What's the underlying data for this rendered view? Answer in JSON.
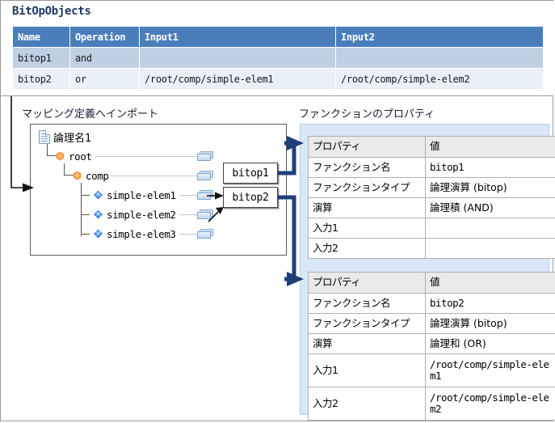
{
  "bitop_card": {
    "title": "BitOpObjects",
    "columns": [
      "Name",
      "Operation",
      "Input1",
      "Input2"
    ],
    "rows": [
      {
        "name": "bitop1",
        "operation": "and",
        "input1": "",
        "input2": ""
      },
      {
        "name": "bitop2",
        "operation": "or",
        "input1": "/root/comp/simple-elem1",
        "input2": "/root/comp/simple-elem2"
      }
    ]
  },
  "captions": {
    "import": "マッピング定義へインポート",
    "properties": "ファンクションのプロパティ"
  },
  "tree": {
    "root_label": "論理名1",
    "root_icon": "document-icon",
    "nodes": [
      {
        "label": "root",
        "icon": "orange-hexagon-node-icon"
      },
      {
        "label": "comp",
        "icon": "orange-hexagon-node-icon"
      },
      {
        "label": "simple-elem1",
        "icon": "blue-diamond-node-icon"
      },
      {
        "label": "simple-elem2",
        "icon": "blue-diamond-node-icon"
      },
      {
        "label": "simple-elem3",
        "icon": "blue-diamond-node-icon"
      }
    ]
  },
  "function_boxes": [
    {
      "label": "bitop1"
    },
    {
      "label": "bitop2"
    }
  ],
  "properties": [
    {
      "header": {
        "key": "プロパティ",
        "value": "値"
      },
      "rows": [
        {
          "key": "ファンクション名",
          "value": "bitop1",
          "mono": true
        },
        {
          "key": "ファンクションタイプ",
          "value": "論理演算 (bitop)",
          "mono": false
        },
        {
          "key": "演算",
          "value": "論理積 (AND)",
          "mono": false
        },
        {
          "key": "入力1",
          "value": "",
          "mono": true
        },
        {
          "key": "入力2",
          "value": "",
          "mono": true
        }
      ]
    },
    {
      "header": {
        "key": "プロパティ",
        "value": "値"
      },
      "rows": [
        {
          "key": "ファンクション名",
          "value": "bitop2",
          "mono": true
        },
        {
          "key": "ファンクションタイプ",
          "value": "論理演算 (bitop)",
          "mono": false
        },
        {
          "key": "演算",
          "value": "論理和 (OR)",
          "mono": false
        },
        {
          "key": "入力1",
          "value": "/root/comp/simple-elem1",
          "mono": true
        },
        {
          "key": "入力2",
          "value": "/root/comp/simple-elem2",
          "mono": true
        }
      ]
    }
  ],
  "colors": {
    "table_header_blue": "#4a7ebb",
    "table_row_a": "#bfd0e2",
    "table_row_b": "#e9f0f8",
    "panel_background": "#d8e8f8",
    "flow_arrow_navy": "#1f3f7a",
    "title_navy": "#1f3864"
  }
}
